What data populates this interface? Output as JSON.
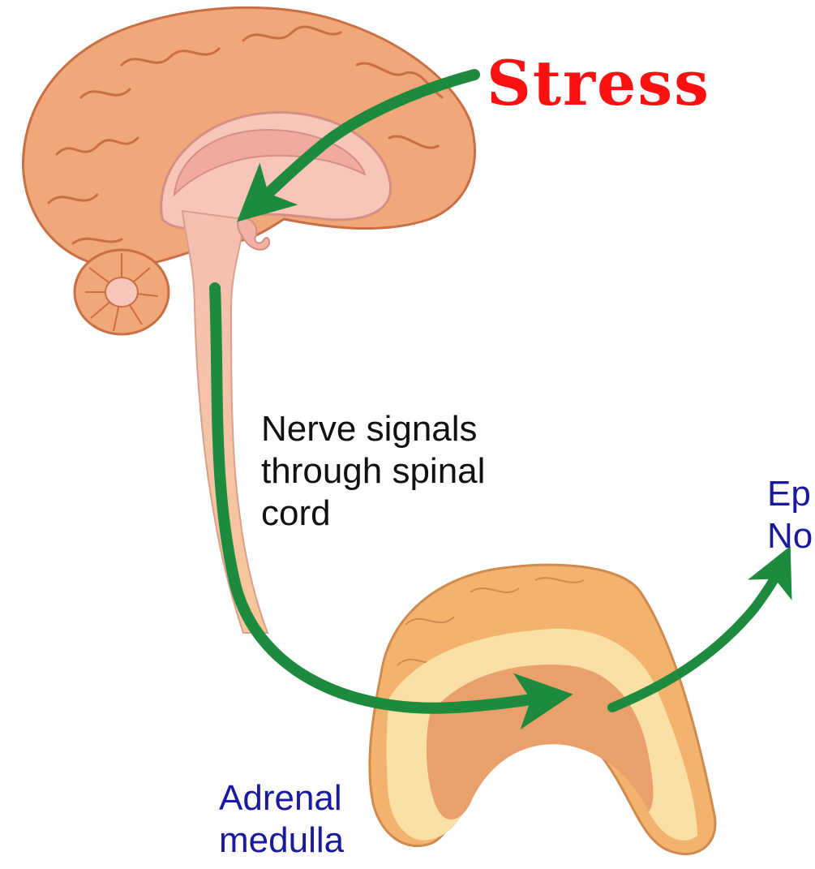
{
  "title": "Stress",
  "labels": {
    "nerve_signals": "Nerve signals\nthrough spinal\ncord",
    "adrenal_medulla": "Adrenal\nmedulla",
    "hormones": "Ep\nNo"
  },
  "colors": {
    "title": "#ff1010",
    "nerve_text": "#111111",
    "blue_text": "#1a1a9c",
    "arrow": "#1e8a3e",
    "brain_cortex": "#f0a779",
    "brain_inner": "#f7c6b8",
    "adrenal_outer": "#f3b36f",
    "adrenal_inner": "#fbe0a6",
    "adrenal_core": "#e9a06a"
  }
}
